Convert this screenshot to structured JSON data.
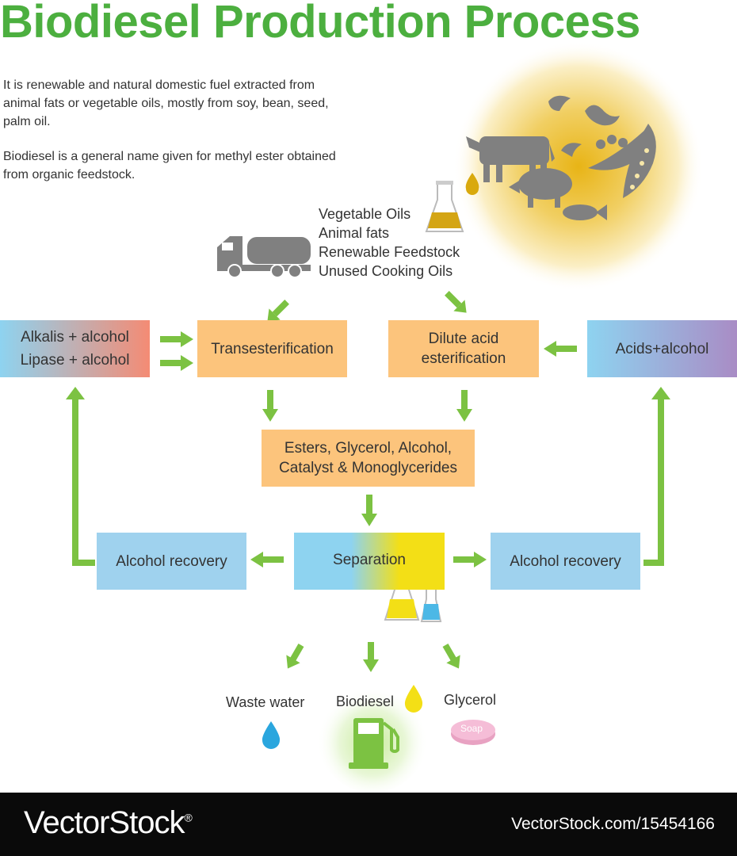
{
  "title": "Biodiesel Production Process",
  "intro": {
    "paragraph1": "It is renewable and natural domestic fuel extracted from animal fats or vegetable oils, mostly from soy, bean, seed, palm oil.",
    "paragraph2": "Biodiesel is a general name given for methyl ester obtained from organic feedstock."
  },
  "feedstock": [
    "Vegetable Oils",
    "Animal fats",
    "Renewable Feedstock",
    "Unused Cooking Oils"
  ],
  "boxes": {
    "alkalis_line1": "Alkalis + alcohol",
    "alkalis_line2": "Lipase + alcohol",
    "transesterification": "Transesterification",
    "dilute_line1": "Dilute acid",
    "dilute_line2": "esterification",
    "acids": "Acids+alcohol",
    "esters_line1": "Esters, Glycerol, Alcohol,",
    "esters_line2": "Catalyst & Monoglycerides",
    "alcohol_recovery_left": "Alcohol recovery",
    "separation": "Separation",
    "alcohol_recovery_right": "Alcohol recovery"
  },
  "outputs": {
    "waste_water": "Waste water",
    "biodiesel": "Biodiesel",
    "glycerol": "Glycerol",
    "soap": "Soap"
  },
  "footer": {
    "brand": "VectorStock",
    "registered": "®",
    "image_id": "VectorStock.com/15454166"
  },
  "colors": {
    "title_green": "#4caf3f",
    "arrow_green": "#7cc242",
    "process_orange": "#fcc47c",
    "recovery_blue": "#9fd2ee",
    "icon_gray": "#808080"
  }
}
